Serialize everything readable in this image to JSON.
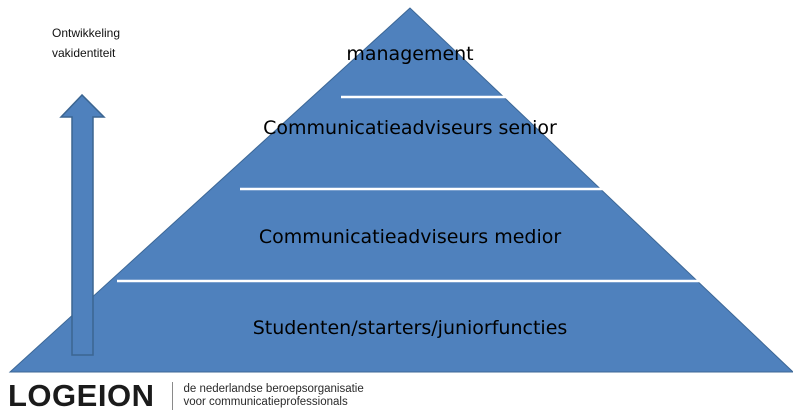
{
  "side_label": {
    "line1": "Ontwikkeling",
    "line2": "vakidentiteit"
  },
  "pyramid": {
    "tiers": [
      {
        "label": "management"
      },
      {
        "label": "Communicatieadviseurs senior"
      },
      {
        "label": "Communicatieadviseurs  medior"
      },
      {
        "label": "Studenten/starters/juniorfuncties"
      }
    ]
  },
  "logo": {
    "wordmark": "LOGEION",
    "tagline_line1": "de nederlandse beroepsorganisatie",
    "tagline_line2": "voor communicatieprofessionals"
  },
  "colors": {
    "pyramid_fill": "#4f81bd",
    "pyramid_edge": "#3c6796",
    "separator": "#ffffff",
    "arrow_fill": "#4f81bd",
    "arrow_edge": "#3b6591"
  }
}
